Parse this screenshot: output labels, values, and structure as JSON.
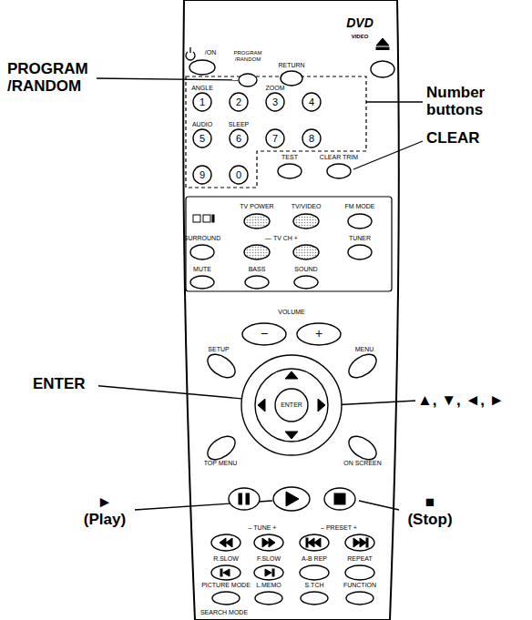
{
  "diagram": {
    "labels": [
      "DVD",
      "VIDEO",
      "/ON",
      "PROGRAM /RANDOM",
      "RETURN",
      "ANGLE",
      "1",
      "2",
      "ZOOM",
      "3",
      "4",
      "AUDIO",
      "5",
      "SLEEP",
      "6",
      "7",
      "8",
      "9",
      "0",
      "TEST",
      "CLEAR TRIM",
      "TV POWER",
      "TV/VIDEO",
      "FM MODE",
      "SURROUND",
      "— TV CH +",
      "TUNER",
      "MUTE",
      "BASS",
      "SOUND",
      "VOLUME",
      "−",
      "+",
      "SETUP",
      "MENU",
      "ENTER",
      "TOP MENU",
      "ON SCREEN",
      "– TUNE +",
      "– PRESET +",
      "R.SLOW",
      "F.SLOW",
      "A-B REP",
      "REPEAT",
      "PICTURE MODE",
      "L.MEMO",
      "S.TCH",
      "FUNCTION",
      "SEARCH MODE",
      "PROGRAM /RANDOM",
      "Number buttons",
      "CLEAR",
      "ENTER",
      "▲, ▼, ◄, ►",
      "► (Play)",
      "■ (Stop)"
    ]
  }
}
